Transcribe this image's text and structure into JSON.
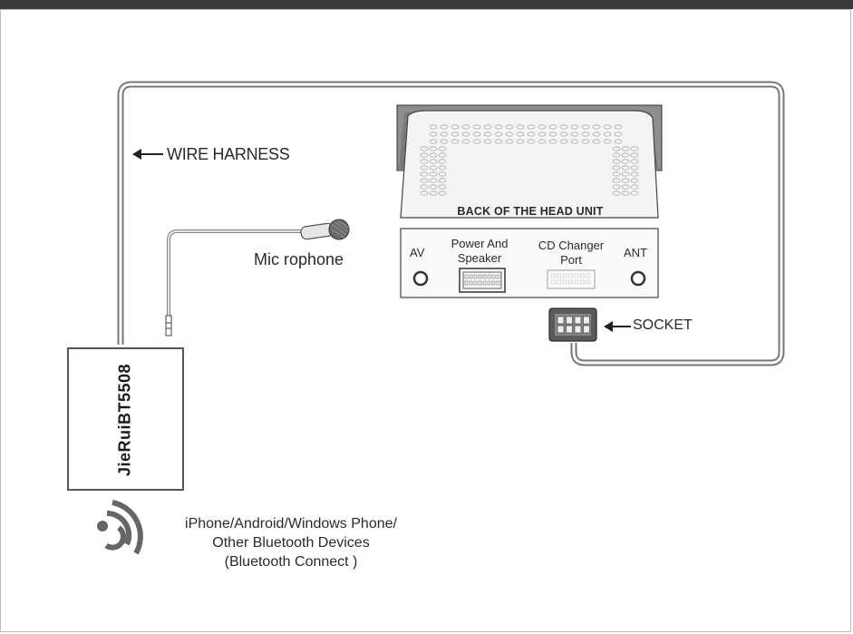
{
  "labels": {
    "wire_harness": "WIRE HARNESS",
    "microphone": "Mic rophone",
    "socket": "SOCKET",
    "head_unit": "BACK OF THE HEAD UNIT"
  },
  "ports": {
    "av": "AV",
    "power_line1": "Power And",
    "power_line2": "Speaker",
    "cd_line1": "CD Changer",
    "cd_line2": "Port",
    "ant": "ANT"
  },
  "module": {
    "name": "JieRuiBT5508"
  },
  "bluetooth": {
    "line1": "iPhone/Android/Windows Phone/",
    "line2": "Other Bluetooth Devices",
    "line3": "(Bluetooth Connect )"
  },
  "colors": {
    "wire_outer": "#777777",
    "wire_inner": "#ffffff",
    "outline": "#444444",
    "head_unit_fill": "#f2f2f2",
    "head_unit_shadow": "#9a9a9a"
  }
}
